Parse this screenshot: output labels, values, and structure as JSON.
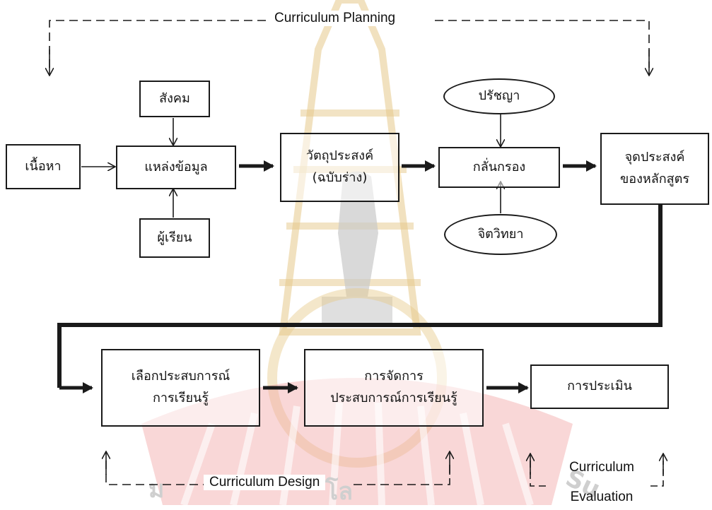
{
  "diagram": {
    "planning_label": "Curriculum Planning",
    "design_label": "Curriculum Design",
    "evaluation_label_line1": "Curriculum",
    "evaluation_label_line2": "Evaluation",
    "nodes": {
      "content": "เนื้อหา",
      "society": "สังคม",
      "source": "แหล่งข้อมูล",
      "learner": "ผู้เรียน",
      "objective_line1": "วัตถุประสงค์",
      "objective_line2": "(ฉบับร่าง)",
      "philosophy": "ปรัชญา",
      "screen": "กลั่นกรอง",
      "psychology": "จิตวิทยา",
      "goal_line1": "จุดประสงค์",
      "goal_line2": "ของหลักสูตร",
      "select_line1": "เลือกประสบการณ์",
      "select_line2": "การเรียนรู้",
      "manage_line1": "การจัดการ",
      "manage_line2": "ประสบการณ์การเรียนรู้",
      "evaluate": "การประเมิน"
    }
  },
  "watermark": {
    "left_text": "ม",
    "center_text": "โล",
    "right_text": "Su"
  },
  "colors": {
    "watermark_gold": "#e6c98a",
    "watermark_red": "#f2a7a7",
    "watermark_gray": "#c9c9c9",
    "line": "#1a1a1a"
  }
}
